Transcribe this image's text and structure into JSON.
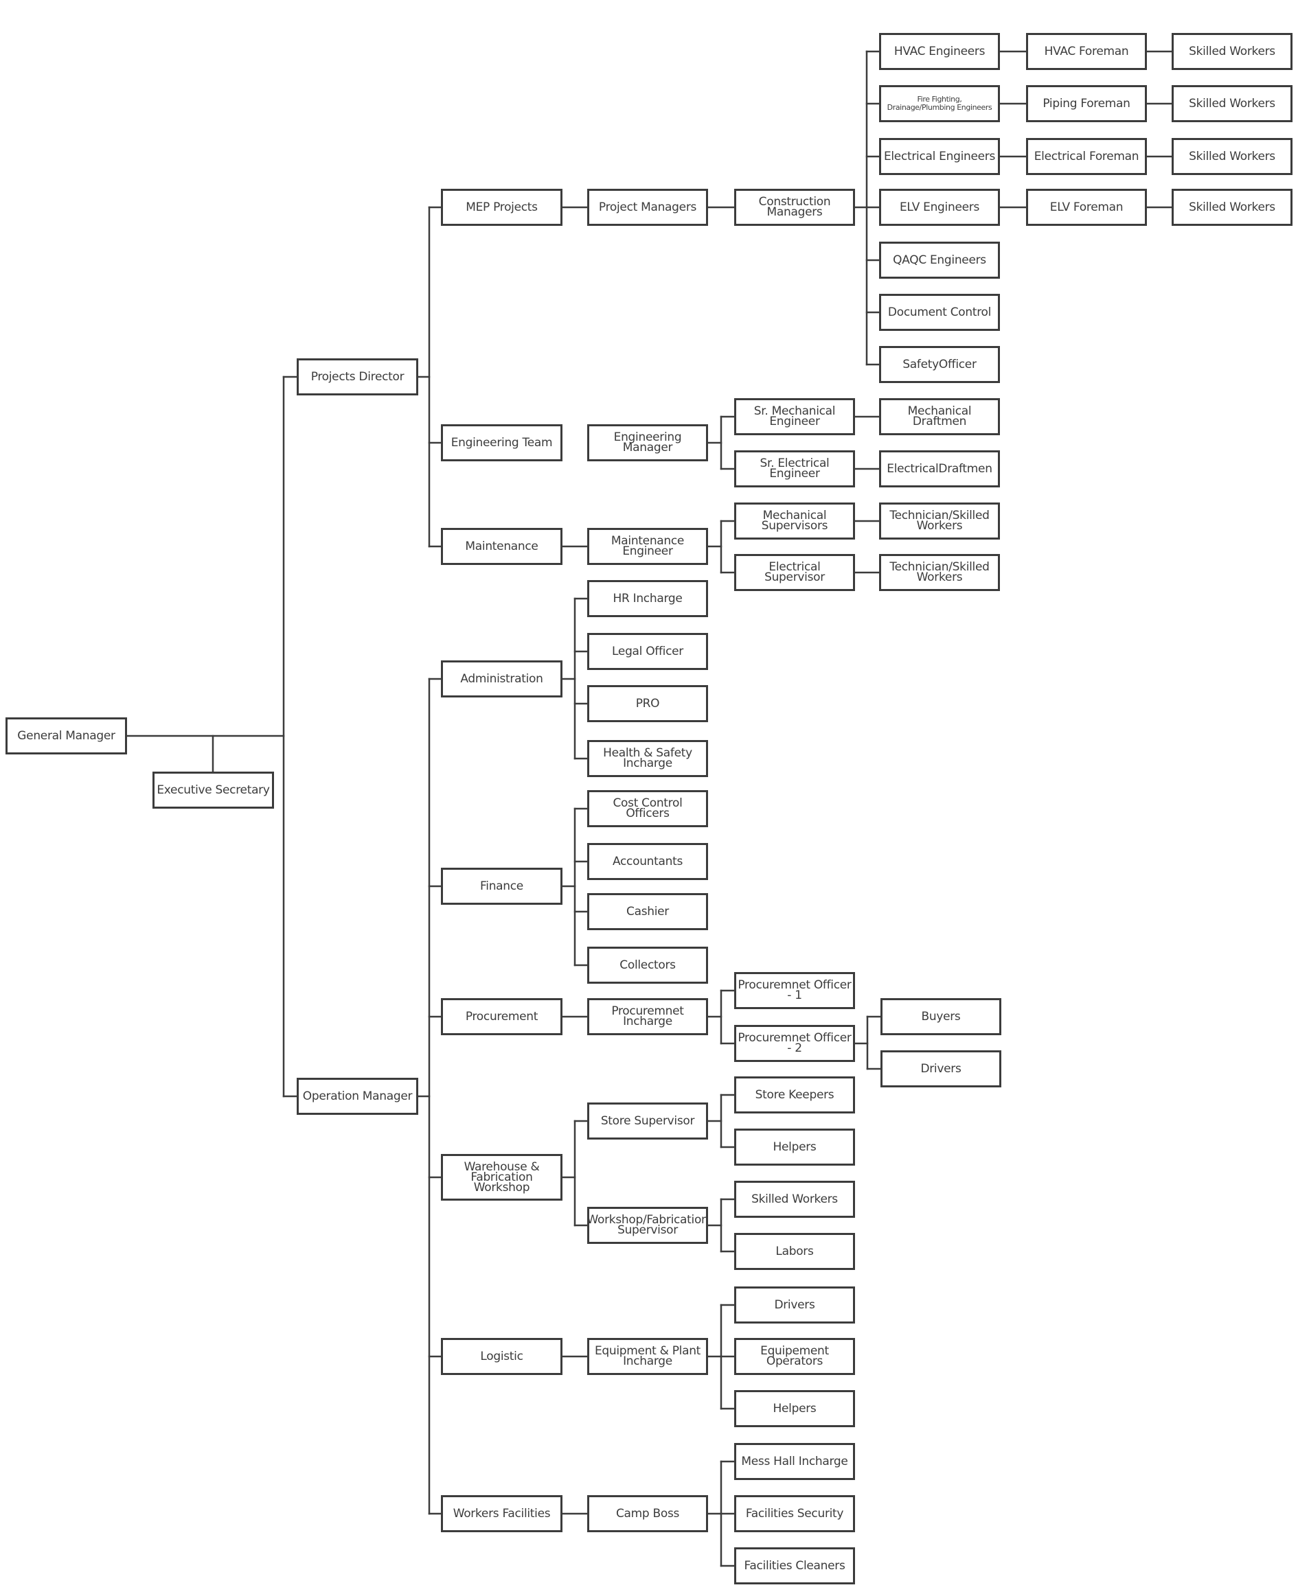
{
  "org_chart": {
    "general_manager": "General Manager",
    "executive_secretary": "Executive Secretary",
    "projects_director": "Projects Director",
    "operation_manager": "Operation Manager",
    "mep": {
      "title": "MEP Projects",
      "project_managers": "Project Managers",
      "construction_managers": "Construction Managers",
      "hvac_engineers": "HVAC Engineers",
      "hvac_foreman": "HVAC Foreman",
      "fire_engineers": "Fire Fighting, Drainage/Plumbing Engineers",
      "piping_foreman": "Piping Foreman",
      "electrical_engineers": "Electrical Engineers",
      "electrical_foreman": "Electrical Foreman",
      "elv_engineers": "ELV Engineers",
      "elv_foreman": "ELV Foreman",
      "qaqc_engineers": "QAQC Engineers",
      "document_control": "Document Control",
      "safety_officer": "SafetyOfficer",
      "skilled_workers": "Skilled Workers"
    },
    "engineering": {
      "title": "Engineering Team",
      "manager": "Engineering Manager",
      "sr_mechanical": "Sr. Mechanical Engineer",
      "sr_electrical": "Sr. Electrical Engineer",
      "mechanical_draftmen": "Mechanical Draftmen",
      "electrical_draftmen": "ElectricalDraftmen"
    },
    "maintenance": {
      "title": "Maintenance",
      "engineer": "Maintenance Engineer",
      "mechanical_supervisors": "Mechanical Supervisors",
      "electrical_supervisor": "Electrical Supervisor",
      "technician_skilled": "Technician/Skilled Workers"
    },
    "administration": {
      "title": "Administration",
      "hr": "HR Incharge",
      "legal": "Legal Officer",
      "pro": "PRO",
      "health_safety": "Health & Safety Incharge"
    },
    "finance": {
      "title": "Finance",
      "cost_control": "Cost Control Officers",
      "accountants": "Accountants",
      "cashier": "Cashier",
      "collectors": "Collectors"
    },
    "procurement": {
      "title": "Procurement",
      "incharge": "Procuremnet Incharge",
      "officer_1": "Procuremnet Officer - 1",
      "officer_2": "Procuremnet Officer - 2",
      "buyers": "Buyers",
      "drivers": "Drivers"
    },
    "warehouse": {
      "title": "Warehouse & Fabrication Workshop",
      "store_supervisor": "Store Supervisor",
      "workshop_supervisor": "Workshop/Fabrication Supervisor",
      "store_keepers": "Store Keepers",
      "helpers": "Helpers",
      "skilled_workers": "Skilled Workers",
      "labors": "Labors"
    },
    "logistic": {
      "title": "Logistic",
      "incharge": "Equipment & Plant Incharge",
      "drivers": "Drivers",
      "operators": "Equipement Operators",
      "helpers": "Helpers"
    },
    "facilities": {
      "title": "Workers Facilities",
      "camp_boss": "Camp Boss",
      "mess_hall": "Mess Hall Incharge",
      "security": "Facilities Security",
      "cleaners": "Facilities Cleaners"
    }
  }
}
